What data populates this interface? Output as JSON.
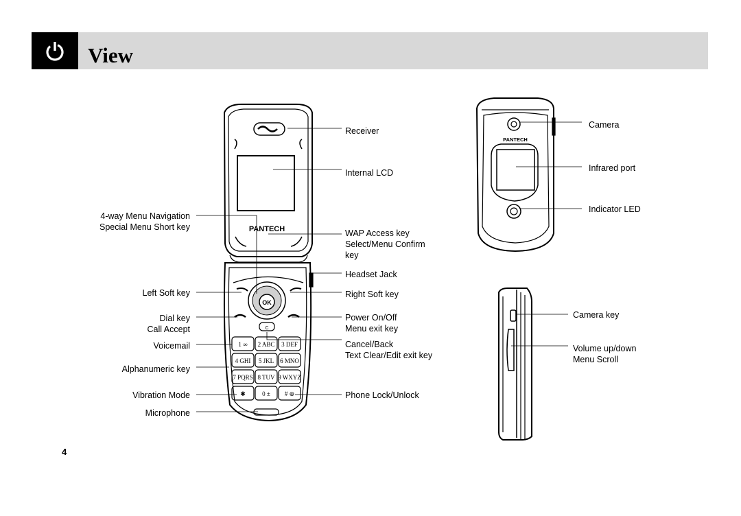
{
  "header": {
    "title": "View",
    "icon": "power-icon"
  },
  "front_labels_left": {
    "nav_line1": "4-way Menu Navigation",
    "nav_line2": "Special Menu Short key",
    "left_soft": "Left Soft key",
    "dial_line1": "Dial key",
    "dial_line2": "Call Accept",
    "voicemail": "Voicemail",
    "alphanumeric": "Alphanumeric key",
    "vibration": "Vibration Mode",
    "microphone": "Microphone"
  },
  "front_labels_right": {
    "receiver": "Receiver",
    "internal_lcd": "Internal LCD",
    "wap_line1": "WAP Access key",
    "wap_line2": "Select/Menu Confirm",
    "wap_line3": "key",
    "headset": "Headset Jack",
    "right_soft": "Right Soft key",
    "power_line1": "Power On/Off",
    "power_line2": "Menu exit key",
    "cancel_line1": "Cancel/Back",
    "cancel_line2": "Text Clear/Edit exit key",
    "lock": "Phone Lock/Unlock"
  },
  "back_labels": {
    "camera": "Camera",
    "infrared": "Infrared port",
    "led": "Indicator LED",
    "camera_key": "Camera key",
    "volume_line1": "Volume up/down",
    "volume_line2": "Menu Scroll"
  },
  "phone": {
    "brand": "PANTECH",
    "ok_key": "OK",
    "clear_key": "C",
    "keypad": [
      [
        "1 ∞",
        "2 ABC",
        "3 DEF"
      ],
      [
        "4 GHI",
        "5 JKL",
        "6 MNO"
      ],
      [
        "7 PQRS",
        "8 TUV",
        "9 WXYZ"
      ],
      [
        "✱",
        "0 ±",
        "# ⊕"
      ]
    ]
  },
  "page_number": "4"
}
